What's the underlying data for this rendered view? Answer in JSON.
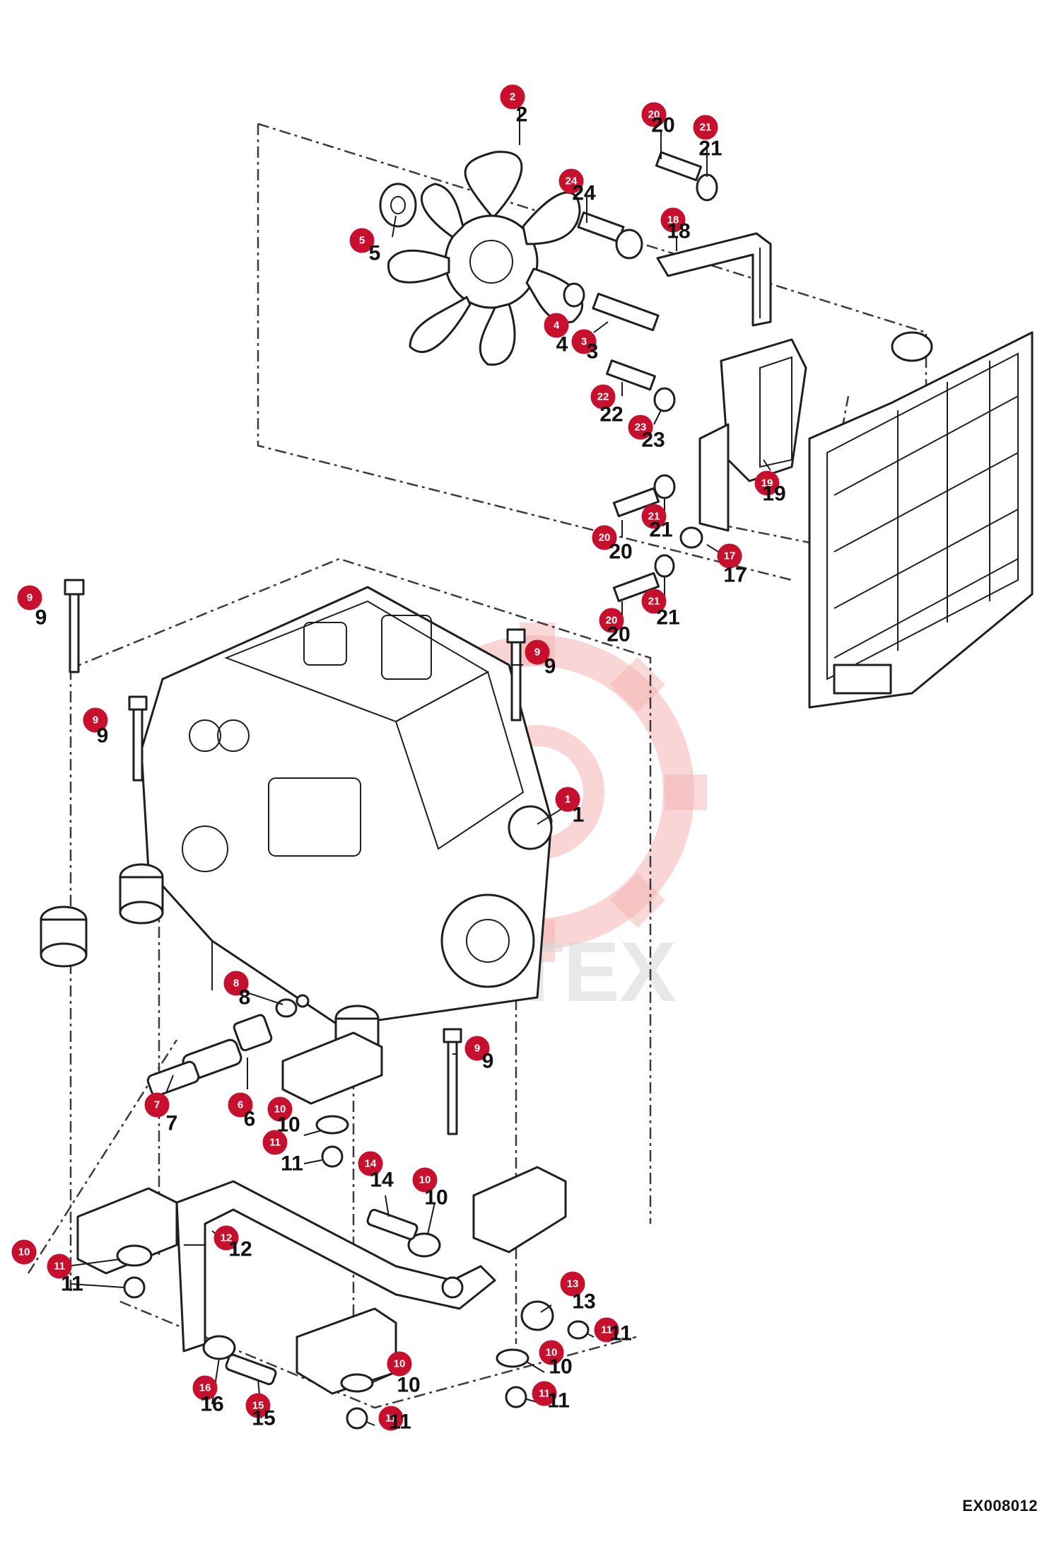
{
  "figure": {
    "code": "EX008012",
    "watermark": "ITEX",
    "callout_color": "#c7102e"
  },
  "callouts": [
    {
      "n": "1"
    },
    {
      "n": "2"
    },
    {
      "n": "3"
    },
    {
      "n": "4"
    },
    {
      "n": "5"
    },
    {
      "n": "6"
    },
    {
      "n": "7"
    },
    {
      "n": "8"
    },
    {
      "n": "9"
    },
    {
      "n": "9"
    },
    {
      "n": "9"
    },
    {
      "n": "9"
    },
    {
      "n": "10"
    },
    {
      "n": "10"
    },
    {
      "n": "10"
    },
    {
      "n": "10"
    },
    {
      "n": "10"
    },
    {
      "n": "11"
    },
    {
      "n": "11"
    },
    {
      "n": "11"
    },
    {
      "n": "11"
    },
    {
      "n": "11"
    },
    {
      "n": "11"
    },
    {
      "n": "12"
    },
    {
      "n": "13"
    },
    {
      "n": "14"
    },
    {
      "n": "15"
    },
    {
      "n": "16"
    },
    {
      "n": "17"
    },
    {
      "n": "18"
    },
    {
      "n": "19"
    },
    {
      "n": "20"
    },
    {
      "n": "20"
    },
    {
      "n": "20"
    },
    {
      "n": "21"
    },
    {
      "n": "21"
    },
    {
      "n": "21"
    },
    {
      "n": "22"
    },
    {
      "n": "23"
    },
    {
      "n": "24"
    }
  ]
}
